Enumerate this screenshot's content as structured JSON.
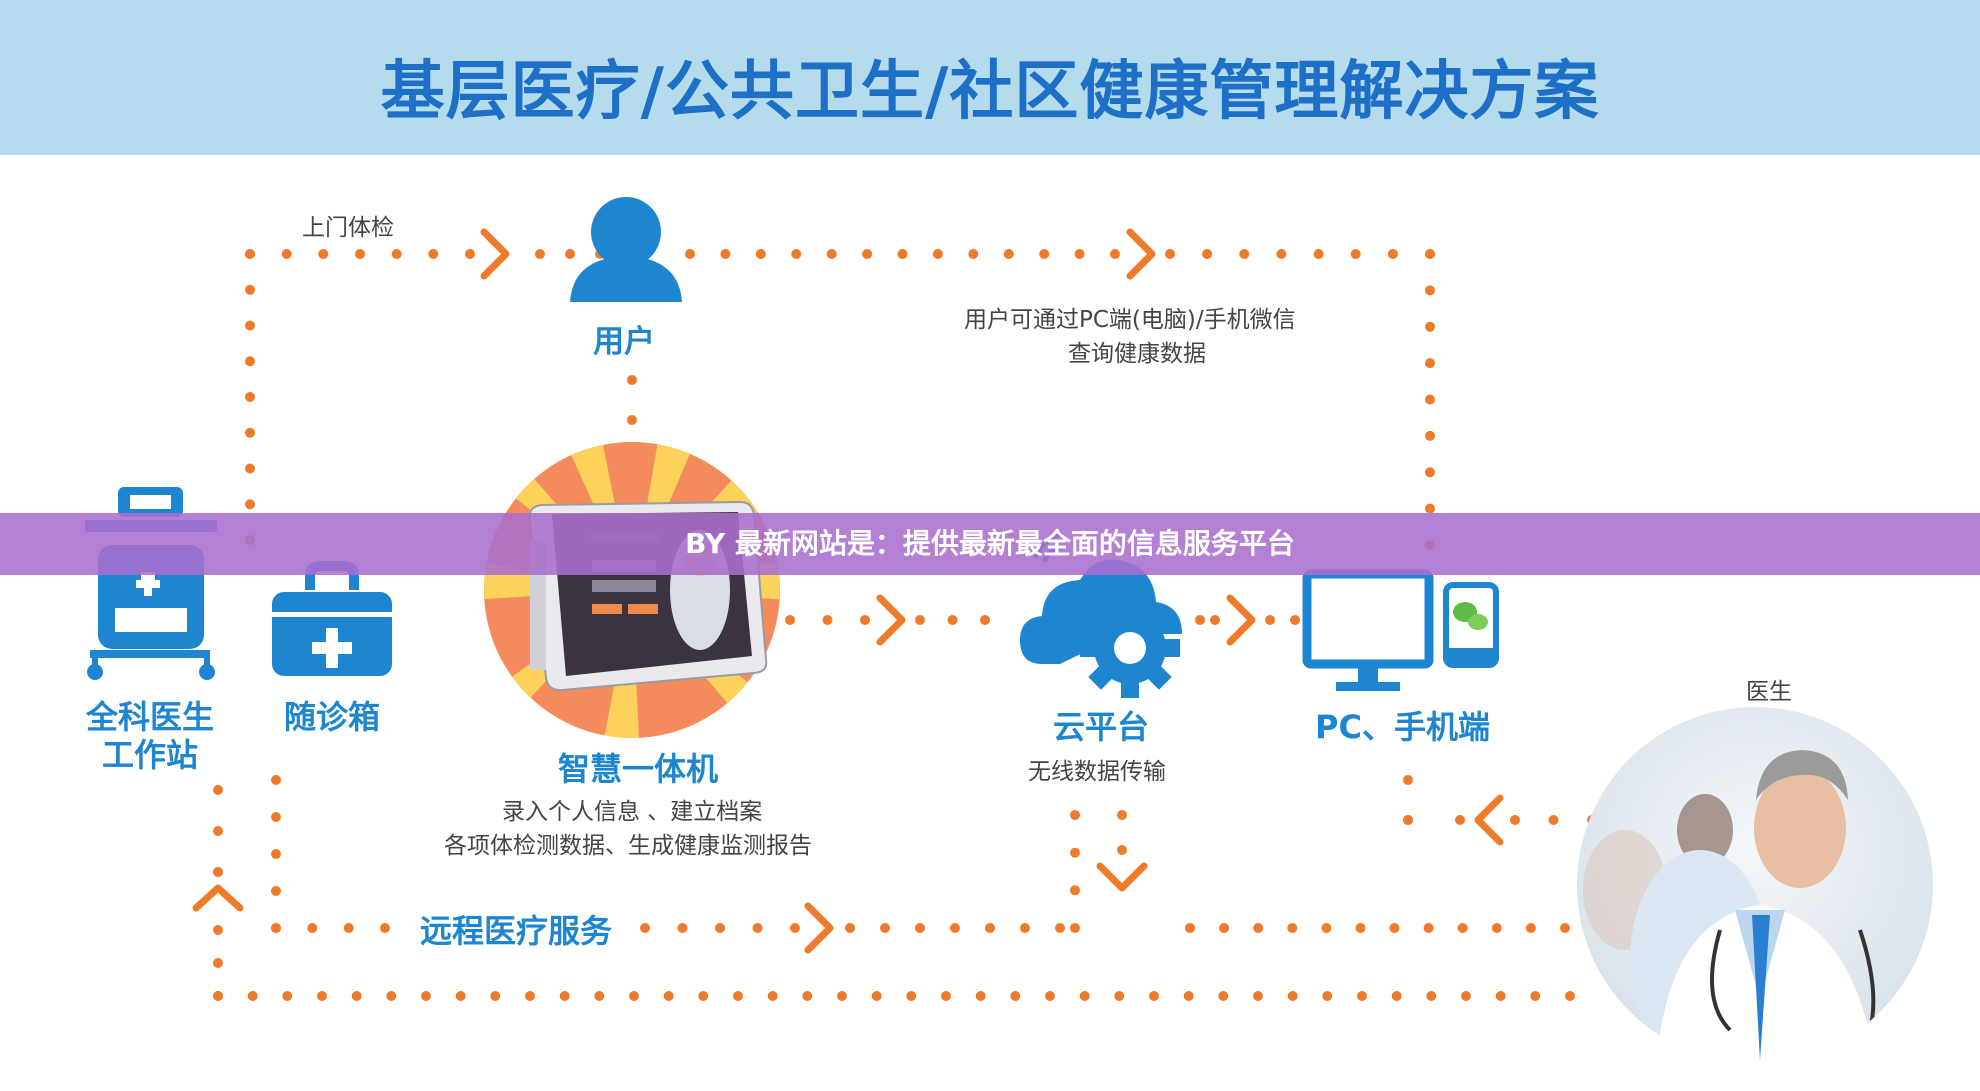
{
  "title": "基层医疗/公共卫生/社区健康管理解决方案",
  "banner": "BY 最新网站是：提供最新最全面的信息服务平台",
  "nodes": {
    "user": "用户",
    "gp_station_line1": "全科医生",
    "gp_station_line2": "工作站",
    "medical_kit": "随诊箱",
    "smart_terminal": "智慧一体机",
    "cloud": "云平台",
    "pc_mobile": "PC、手机端",
    "doctor": "医生"
  },
  "labels": {
    "home_checkup": "上门体检",
    "query_line1": "用户可通过PC端(电脑)/手机微信",
    "query_line2": "查询健康数据",
    "terminal_line1": "录入个人信息 、建立档案",
    "terminal_line2": "各项体检测数据、生成健康监测报告",
    "wireless": "无线数据传输",
    "remote": "远程医疗服务"
  },
  "colors": {
    "header_bg": "#b5dcec",
    "title": "#1e6fc7",
    "icon_blue": "#1e86d0",
    "dots_orange": "#ee7a2a",
    "banner": "#aa6ecd"
  },
  "icons": [
    "user-icon",
    "medical-cart-icon",
    "medical-kit-icon",
    "smart-terminal-icon",
    "cloud-gear-icon",
    "monitor-icon",
    "phone-wechat-icon",
    "doctor-photo"
  ]
}
